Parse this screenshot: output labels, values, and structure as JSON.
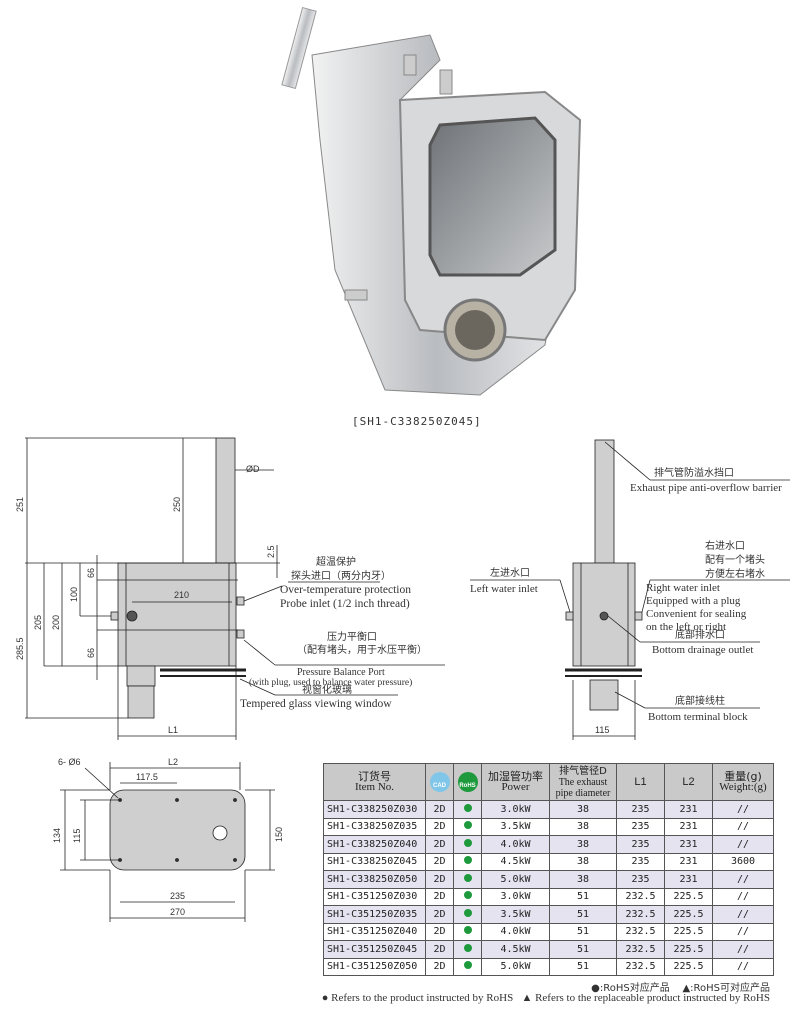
{
  "caption": "[SH1-C338250Z045]",
  "colors": {
    "rohs_green": "#1e9a3c",
    "cad_blue": "#7fc6e8",
    "row_alt": "#e6e3f1",
    "header_bg": "#c9c9c9"
  },
  "front_view": {
    "dims": {
      "d251": "251",
      "d250": "250",
      "d2_5": "2.5",
      "phiD": "ØD",
      "d285_5": "285.5",
      "d205": "205",
      "d200": "200",
      "d100": "100",
      "d66a": "66",
      "d66b": "66",
      "d210": "210",
      "L1": "L1"
    },
    "labels": {
      "probe_cn1": "超温保护",
      "probe_cn2": "探头进口（两分内牙）",
      "probe_en1": "Over-temperature protection",
      "probe_en2": "Probe inlet (1/2 inch thread)",
      "pressure_cn1": "压力平衡口",
      "pressure_cn2": "（配有堵头，用于水压平衡）",
      "pressure_en1": "Pressure Balance Port",
      "pressure_en2": "(with plug, used to balance water pressure)",
      "glass_cn": "视窗化玻璃",
      "glass_en": "Tempered glass viewing window"
    }
  },
  "side_view": {
    "dims": {
      "d115": "115"
    },
    "labels": {
      "exhaust_cn": "排气管防溢水挡口",
      "exhaust_en": "Exhaust pipe anti-overflow barrier",
      "right_cn1": "右进水口",
      "right_cn2": "配有一个堵头",
      "right_cn3": "方便左右堵水",
      "right_en1": "Right water inlet",
      "right_en2": "Equipped with a plug",
      "right_en3": "Convenient for sealing",
      "right_en4": "on the left or right",
      "left_cn": "左进水口",
      "left_en": "Left water inlet",
      "drain_cn": "底部排水口",
      "drain_en": "Bottom drainage outlet",
      "terminal_cn": "底部接线柱",
      "terminal_en": "Bottom terminal block"
    }
  },
  "plan_view": {
    "dims": {
      "holes": "6- Ø6",
      "L2": "L2",
      "d117_5": "117.5",
      "d134": "134",
      "d115": "115",
      "d150": "150",
      "d235": "235",
      "d270": "270"
    }
  },
  "table": {
    "headers": {
      "item_cn": "订货号",
      "item_en": "Item No.",
      "cad": "CAD",
      "rohs": "RoHS",
      "power_cn": "加湿管功率",
      "power_en": "Power",
      "pipe_cn": "排气管径D",
      "pipe_en1": "The exhaust",
      "pipe_en2": "pipe diameter",
      "l1": "L1",
      "l2": "L2",
      "weight_cn": "重量(g)",
      "weight_en": "Weight:(g)"
    },
    "rows": [
      {
        "item": "SH1-C338250Z030",
        "cad": "2D",
        "power": "3.0kW",
        "d": "38",
        "l1": "235",
        "l2": "231",
        "weight": "//"
      },
      {
        "item": "SH1-C338250Z035",
        "cad": "2D",
        "power": "3.5kW",
        "d": "38",
        "l1": "235",
        "l2": "231",
        "weight": "//"
      },
      {
        "item": "SH1-C338250Z040",
        "cad": "2D",
        "power": "4.0kW",
        "d": "38",
        "l1": "235",
        "l2": "231",
        "weight": "//"
      },
      {
        "item": "SH1-C338250Z045",
        "cad": "2D",
        "power": "4.5kW",
        "d": "38",
        "l1": "235",
        "l2": "231",
        "weight": "3600"
      },
      {
        "item": "SH1-C338250Z050",
        "cad": "2D",
        "power": "5.0kW",
        "d": "38",
        "l1": "235",
        "l2": "231",
        "weight": "//"
      },
      {
        "item": "SH1-C351250Z030",
        "cad": "2D",
        "power": "3.0kW",
        "d": "51",
        "l1": "232.5",
        "l2": "225.5",
        "weight": "//"
      },
      {
        "item": "SH1-C351250Z035",
        "cad": "2D",
        "power": "3.5kW",
        "d": "51",
        "l1": "232.5",
        "l2": "225.5",
        "weight": "//"
      },
      {
        "item": "SH1-C351250Z040",
        "cad": "2D",
        "power": "4.0kW",
        "d": "51",
        "l1": "232.5",
        "l2": "225.5",
        "weight": "//"
      },
      {
        "item": "SH1-C351250Z045",
        "cad": "2D",
        "power": "4.5kW",
        "d": "51",
        "l1": "232.5",
        "l2": "225.5",
        "weight": "//"
      },
      {
        "item": "SH1-C351250Z050",
        "cad": "2D",
        "power": "5.0kW",
        "d": "51",
        "l1": "232.5",
        "l2": "225.5",
        "weight": "//"
      }
    ]
  },
  "legend": {
    "cn_dot": "●:RoHS对应产品",
    "cn_tri": "▲:RoHS可对应产品",
    "en_dot": "● Refers to the product instructed by RoHS",
    "en_tri": "▲ Refers to the replaceable product instructed by RoHS"
  }
}
